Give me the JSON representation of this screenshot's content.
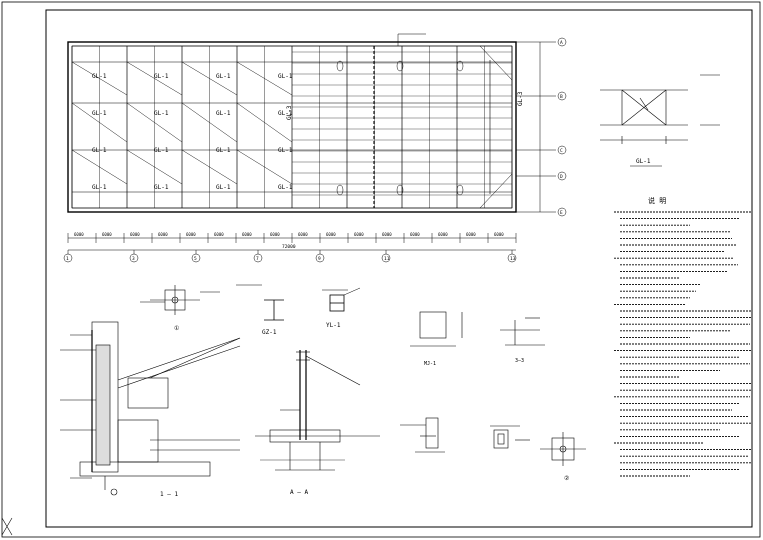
{
  "plan": {
    "grid_axes": [
      "1",
      "3",
      "5",
      "7",
      "9",
      "11",
      "13"
    ],
    "row_axes": [
      "A",
      "B",
      "C",
      "D",
      "E"
    ],
    "beam_labels": [
      "GL-1",
      "GL-1",
      "GL-1",
      "GL-1",
      "GL-1",
      "GL-1",
      "GL-1",
      "GL-1",
      "GL-1",
      "GL-1",
      "GL-1",
      "GL-1",
      "GL-1",
      "GL-1",
      "GL-1",
      "GL-1"
    ],
    "side_label_left": "GL-3",
    "side_label_right": "GL-3",
    "dim_segment": "6000",
    "dim_total": "72000",
    "left_caption": "",
    "right_caption": ""
  },
  "detail_gl": {
    "label": "GL-1"
  },
  "notes": {
    "title": "说 明"
  },
  "details": {
    "section_1": "1 — 1",
    "section_a": "A — A",
    "d1": "①",
    "d2": "②",
    "gz": "GZ-1",
    "yl": "YL-1",
    "mj": "MJ-1",
    "bj": "3—3"
  },
  "colors": {
    "line": "#000000",
    "background": "#ffffff"
  }
}
